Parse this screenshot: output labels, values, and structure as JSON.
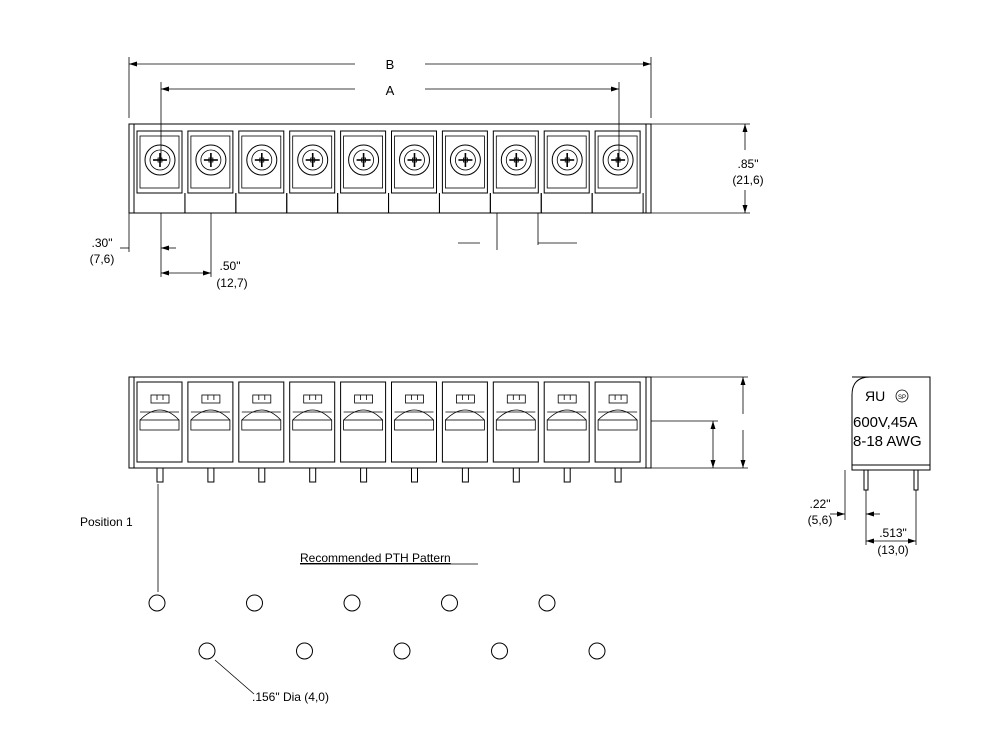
{
  "dimensions": {
    "overall_length_label": "B",
    "pitch_span_label": "A",
    "height_inch": ".85\"",
    "height_mm": "(21,6)",
    "edge_offset_inch": ".30\"",
    "edge_offset_mm": "(7,6)",
    "pitch_inch": ".50\"",
    "pitch_mm": "(12,7)",
    "pin_offset_inch": ".22\"",
    "pin_offset_mm": "(5,6)",
    "pin_row_spacing_inch": ".513\"",
    "pin_row_spacing_mm": "(13,0)"
  },
  "labels": {
    "position_1": "Position 1",
    "pth_title": "Recommended PTH Pattern",
    "hole_diameter": ".156\" Dia (4,0)"
  },
  "side_view": {
    "rating_line_1": "600V,45A",
    "rating_line_2": "8-18 AWG",
    "ul_mark": "ЯU",
    "csa_mark": "SP"
  },
  "positions_count": 10,
  "pth_holes_row_1": 5,
  "pth_holes_row_2": 5
}
